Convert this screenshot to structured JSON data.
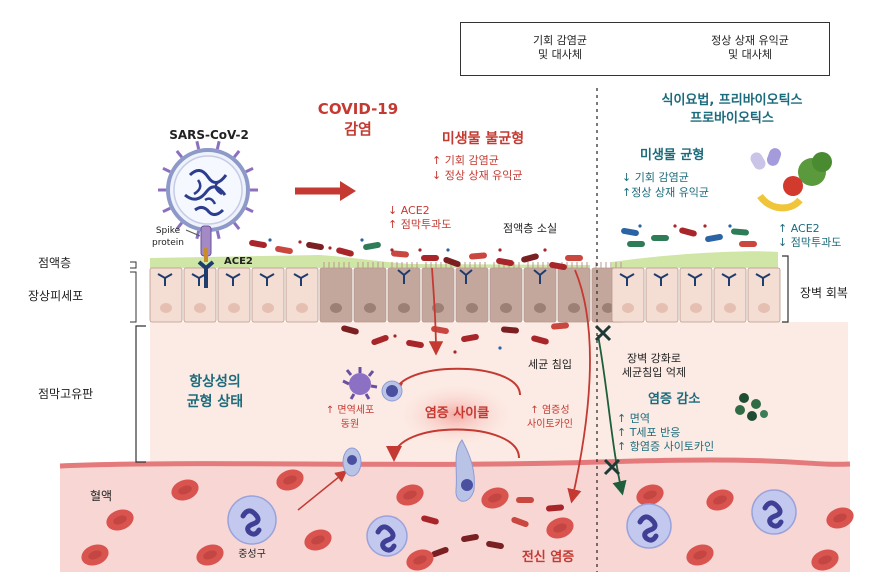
{
  "legend": {
    "pathogen_label_1": "기회 감염균",
    "pathogen_label_2": "및 대사체",
    "commensal_label_1": "정상 상재 유익균",
    "commensal_label_2": "및 대사체"
  },
  "left_labels": {
    "mucus": "점액층",
    "epithelium": "장상피세포",
    "lamina": "점막고유판",
    "blood": "혈액"
  },
  "virus": {
    "name": "SARS-CoV-2",
    "spike_1": "Spike",
    "spike_2": "protein",
    "receptor": "ACE2"
  },
  "infection": {
    "title_1": "COVID-19",
    "title_2": "감염",
    "dysbiosis_title": "미생물 불균형",
    "dysbiosis_1": "↑ 기회 감염균",
    "dysbiosis_2": "↓ 정상 상재 유익균",
    "ace2_1": "↓ ACE2",
    "ace2_2": "↑ 점막투과도",
    "mucus_loss": "점액층 소실",
    "invasion": "세균 침입",
    "homeostasis_1": "항상성의",
    "homeostasis_2": "균형 상태",
    "cycle": "염증 사이클",
    "immune_1": "↑ 면역세포",
    "immune_2": "동원",
    "cytokine_1": "↑ 염증성",
    "cytokine_2": "사이토카인",
    "neutrophil": "중성구",
    "systemic": "전신 염증"
  },
  "therapy": {
    "title_1": "식이요법, 프리바이오틱스",
    "title_2": "프로바이오틱스",
    "balance_title": "미생물 균형",
    "balance_1": "↓ 기회 감염균",
    "balance_2": "↑정상 상재 유익균",
    "ace2_1": "↑ ACE2",
    "ace2_2": "↓ 점막투과도",
    "recovery": "장벽 회복",
    "barrier_1": "장벽 강화로",
    "barrier_2": "세균침입 억제",
    "reduced_title": "염증 감소",
    "reduced_1": "↑ 면역",
    "reduced_2": "↑ T세포 반응",
    "reduced_3": "↑ 항염증 사이토카인"
  },
  "colors": {
    "pathogen_red": "#a8252a",
    "commensal_green": "#2f7d58",
    "commensal_blue": "#2a64a4",
    "mucus_green": "#cfe6a6",
    "epithelium_normal": "#f4ddd2",
    "epithelium_damaged": "#c4a79c",
    "lamina": "#fcebe4",
    "blood": "#f7d6d4",
    "vessel_wall": "#e47a7c",
    "title_red": "#c43a32",
    "teal": "#1c6b7c"
  }
}
